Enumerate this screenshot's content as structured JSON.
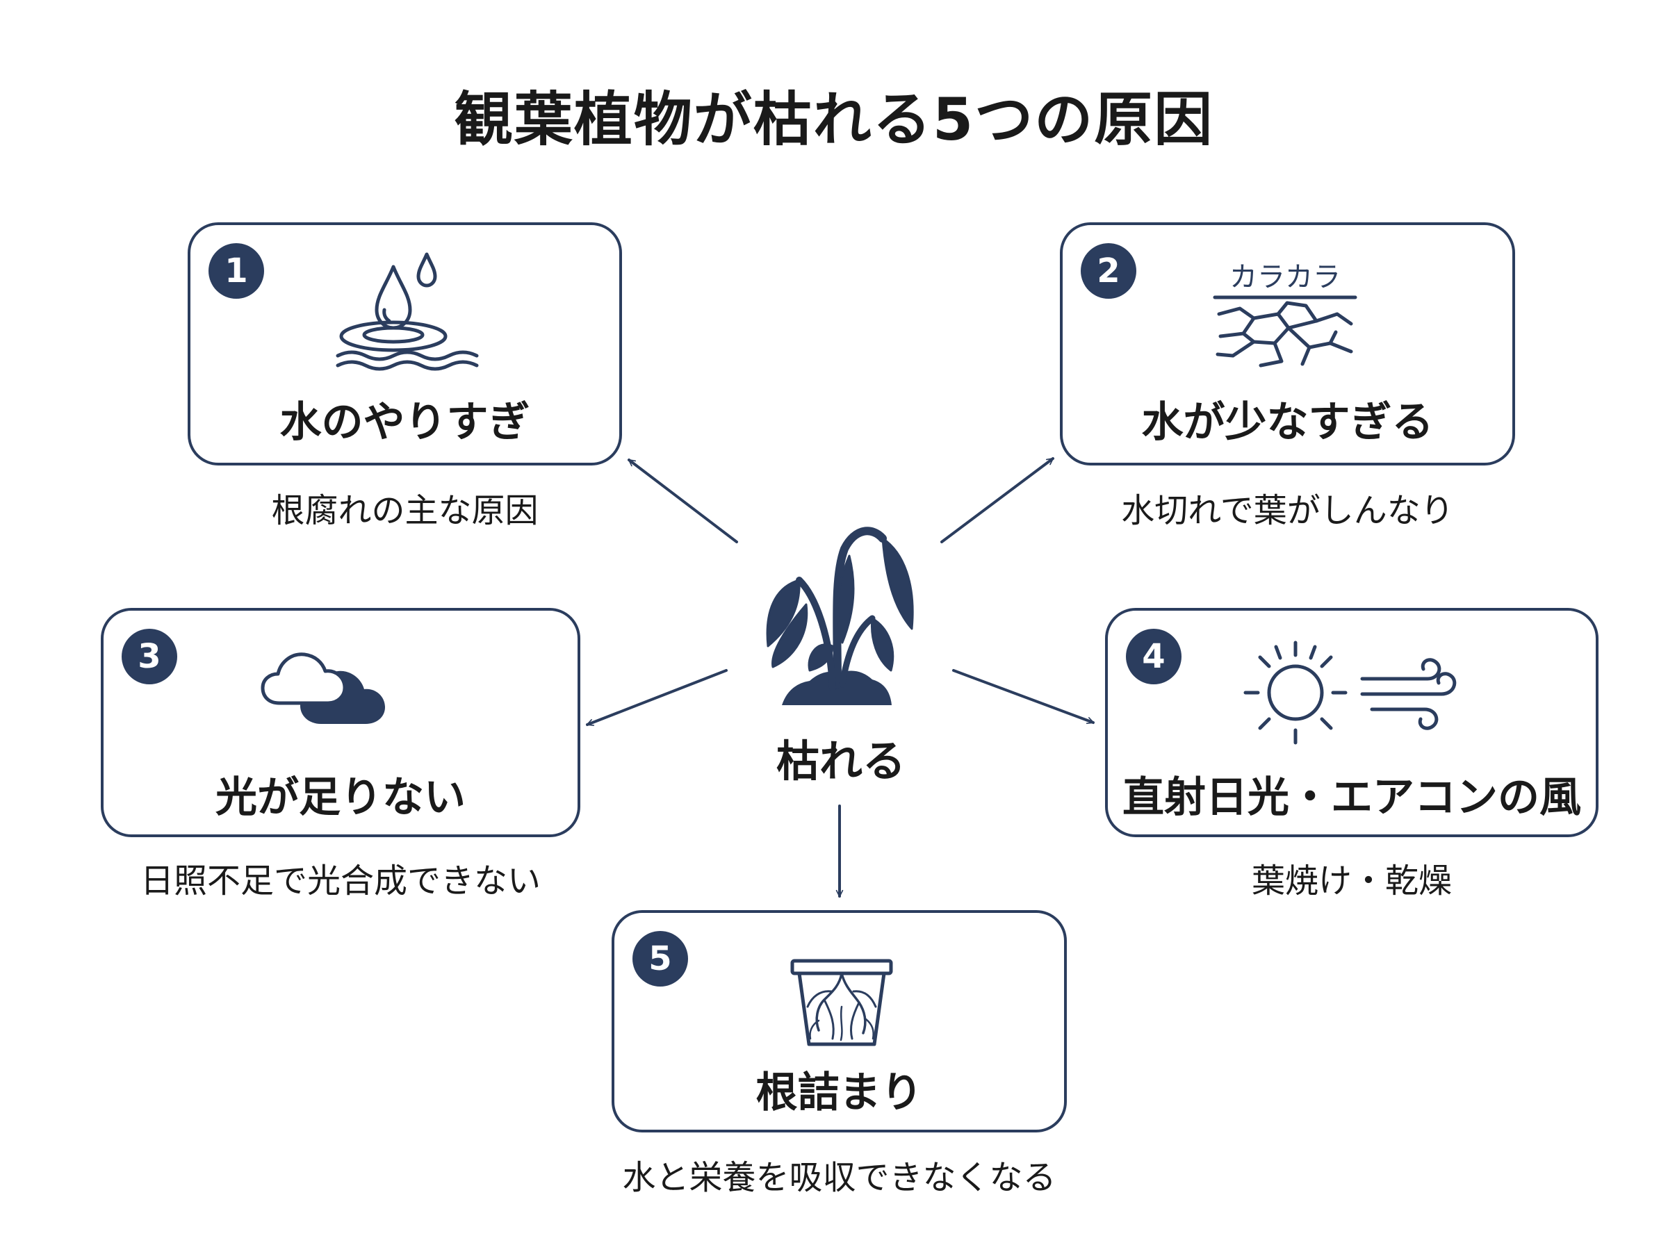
{
  "title": "観葉植物が枯れる5つの原因",
  "center": {
    "label": "枯れる",
    "icon": "wilted-plant-icon"
  },
  "causes": [
    {
      "number": "1",
      "label": "水のやりすぎ",
      "caption": "根腐れの主な原因",
      "icon": "water-drop-icon"
    },
    {
      "number": "2",
      "label": "水が少なすぎる",
      "caption": "水切れで葉がしんなり",
      "icon": "cracked-soil-icon",
      "icon_text": "カラカラ"
    },
    {
      "number": "3",
      "label": "光が足りない",
      "caption": "日照不足で光合成できない",
      "icon": "cloud-icon"
    },
    {
      "number": "4",
      "label": "直射日光・エアコンの風",
      "caption": "葉焼け・乾燥",
      "icon": "sun-wind-icon"
    },
    {
      "number": "5",
      "label": "根詰まり",
      "caption": "水と栄養を吸収できなくなる",
      "icon": "root-bound-pot-icon"
    }
  ],
  "colors": {
    "accent": "#2b3d5e",
    "text": "#1a1a1a",
    "background": "#ffffff"
  }
}
